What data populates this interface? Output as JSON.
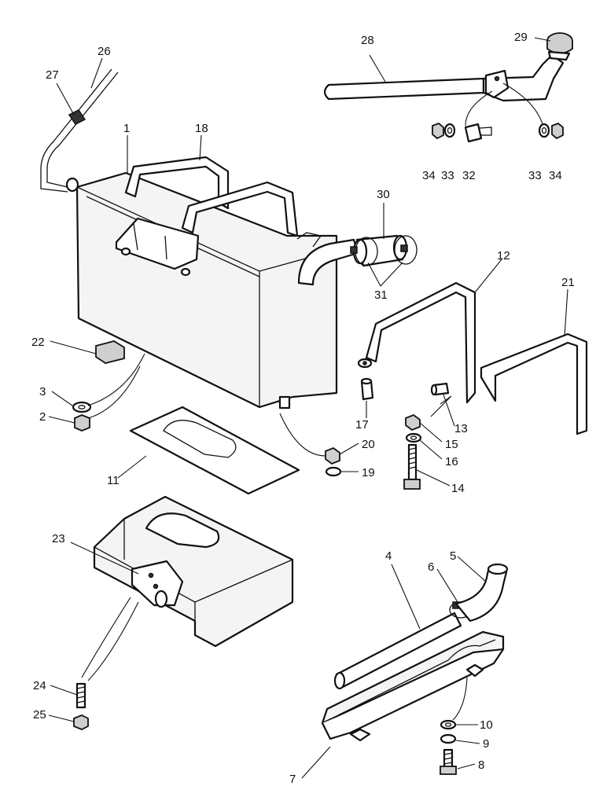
{
  "callouts": {
    "c1": "1",
    "c2": "2",
    "c3": "3",
    "c4": "4",
    "c5": "5",
    "c6": "6",
    "c7": "7",
    "c8": "8",
    "c9": "9",
    "c10": "10",
    "c11": "11",
    "c12": "12",
    "c13": "13",
    "c14": "14",
    "c15": "15",
    "c16": "16",
    "c17": "17",
    "c18": "18",
    "c19": "19",
    "c20": "20",
    "c21": "21",
    "c22": "22",
    "c23": "23",
    "c24": "24",
    "c25": "25",
    "c26": "26",
    "c27": "27",
    "c28": "28",
    "c29": "29",
    "c30": "30",
    "c31": "31",
    "c32": "32",
    "c33a": "33",
    "c34a": "34",
    "c33b": "33",
    "c34b": "34"
  }
}
